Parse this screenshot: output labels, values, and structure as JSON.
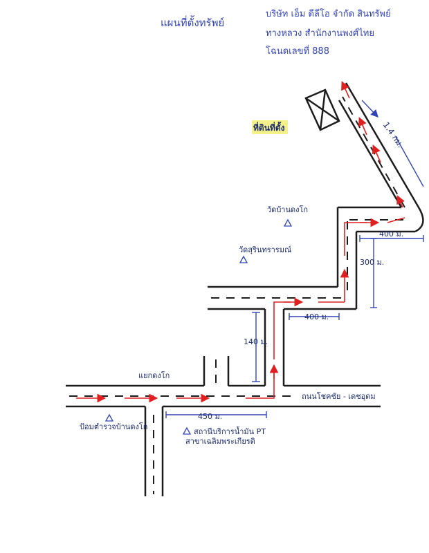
{
  "map": {
    "title": "แผนที่ตั้งทรัพย์",
    "header_lines": [
      "บริษัท เอ็ม ดีลีโอ จำกัด สินทรัพย์",
      "ทางหลวง สำนักงานพงศ์ไทย",
      "โฉนดเลขที่ 888"
    ],
    "labels": {
      "property": "ที่ดินที่ตั้ง",
      "temple_1": "วัดบ้านดงโก",
      "temple_2": "วัดสุรินทรารมณ์",
      "district": "แยกดงโก",
      "police": "ป้อมตำรวจบ้านดงโก",
      "road": "ถนนโชคชัย - เดชอุดม",
      "station": "สถานีบริการน้ำมัน PT",
      "station_2": "สาขาเฉลิมพระเกียรติ"
    },
    "distances": {
      "d_top": "1.4 กม.",
      "d_400_upper": "400 ม.",
      "d_300": "300 ม.",
      "d_400_mid": "400 ม.",
      "d_140": "140 ม.",
      "d_450": "450 ม."
    },
    "colors": {
      "road": "#1c1c1c",
      "route": "#e02020",
      "ink_blue": "#3344b8",
      "highlight": "#f4f08a"
    }
  }
}
